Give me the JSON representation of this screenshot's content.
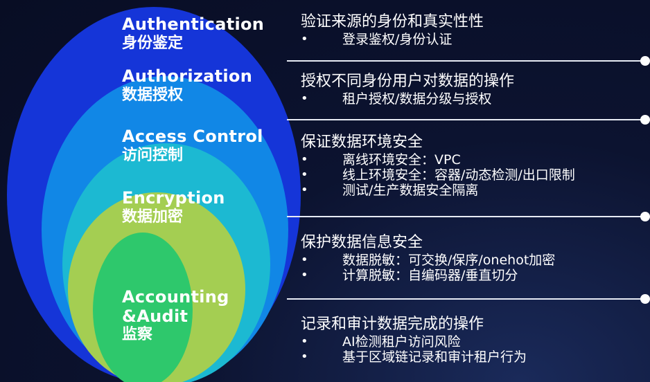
{
  "layers": [
    {
      "en": "Authentication",
      "cn": "身份鉴定",
      "color": "#1535d8"
    },
    {
      "en": "Authorization",
      "cn": "数据授权",
      "color": "#1187e6"
    },
    {
      "en": "Access Control",
      "cn": "访问控制",
      "color": "#1cb9d2"
    },
    {
      "en": "Encryption",
      "cn": "数据加密",
      "color": "#a4ce52"
    },
    {
      "en": "Accounting &Audit",
      "en_line1": "Accounting",
      "en_line2": "&Audit",
      "cn": "监察",
      "color": "#2ec86c"
    }
  ],
  "sections": [
    {
      "heading": "验证来源的身份和真实性性",
      "items": [
        "登录鉴权/身份认证"
      ]
    },
    {
      "heading": "授权不同身份用户对数据的操作",
      "items": [
        "租户授权/数据分级与授权"
      ]
    },
    {
      "heading": "保证数据环境安全",
      "items": [
        "离线环境安全：VPC",
        "线上环境安全：容器/动态检测/出口限制",
        "测试/生产数据安全隔离"
      ]
    },
    {
      "heading": "保护数据信息安全",
      "items": [
        "数据脱敏：可交换/保序/onehot加密",
        "计算脱敏：自编码器/垂直切分"
      ]
    },
    {
      "heading": "记录和审计数据完成的操作",
      "items": [
        "AI检测租户访问风险",
        "基于区域链记录和审计租户行为"
      ]
    }
  ],
  "bullet_char": "•",
  "colors": {
    "background": "#0a1030",
    "divider": "#e8ecf5",
    "text": "#ffffff"
  }
}
